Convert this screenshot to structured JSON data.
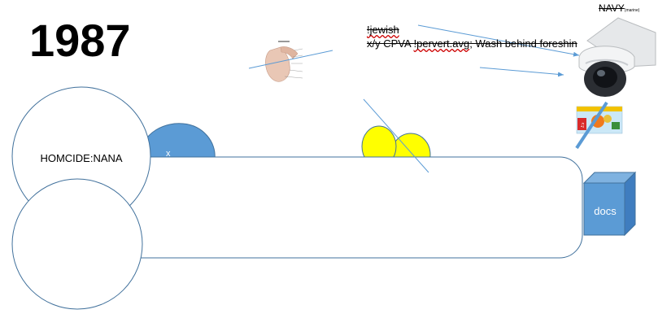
{
  "title": "1987",
  "navy": {
    "text": "NAVY",
    "sub": "(marine)"
  },
  "notes": {
    "line1": "!jewish",
    "line2_parts": [
      "x/y CPVA ",
      "!pervert.avg",
      "; Wash behind foreshin"
    ]
  },
  "labels": {
    "homicide": "HOMCIDE:NANA",
    "docs": "docs",
    "x": "x"
  },
  "colors": {
    "blue_shape": "#5b9bd5",
    "blue_dark": "#41719c",
    "yellow": "#ffff00",
    "arrow": "#5b9bd5",
    "outline": "#41719c"
  },
  "icons": [
    "anatomy-diagram-image",
    "security-camera-image",
    "sesame-street-card-image"
  ]
}
